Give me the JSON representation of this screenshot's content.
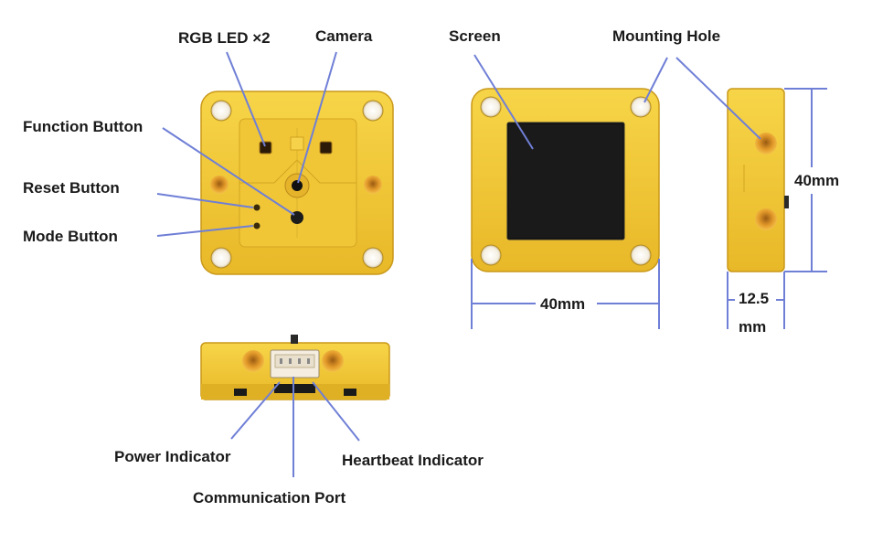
{
  "labels": {
    "rgb_led": "RGB LED ×2",
    "camera": "Camera",
    "function_button": "Function Button",
    "reset_button": "Reset Button",
    "mode_button": "Mode Button",
    "screen": "Screen",
    "mounting_hole": "Mounting Hole",
    "power_indicator": "Power Indicator",
    "communication_port": "Communication Port",
    "heartbeat_indicator": "Heartbeat Indicator"
  },
  "dimensions": {
    "width": "40mm",
    "height": "40mm",
    "depth_value": "12.5",
    "depth_unit": "mm"
  },
  "colors": {
    "leader_line": "#6f7fd6",
    "body_yellow": "#f2c832",
    "body_shadow": "#d9a91c",
    "screen_black": "#111111",
    "hole_orange": "#e39a2a"
  }
}
